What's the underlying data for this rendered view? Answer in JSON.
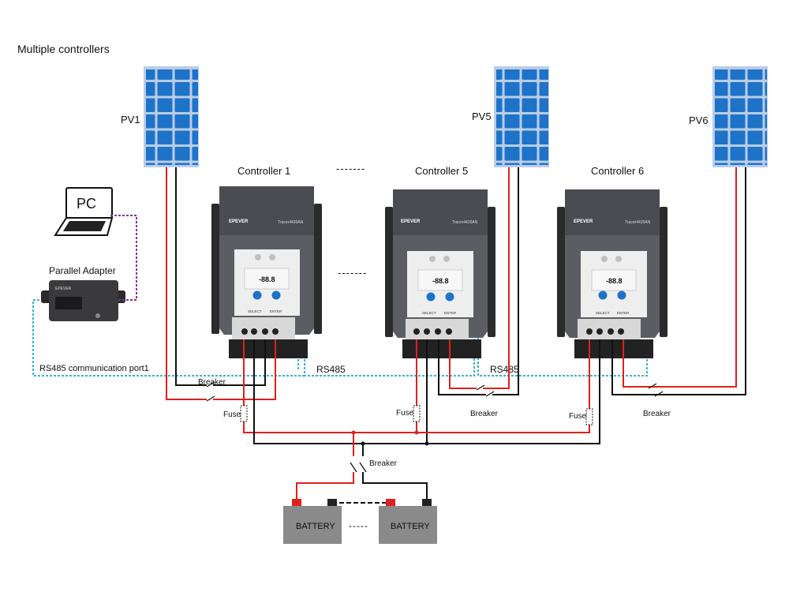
{
  "title": "Multiple controllers",
  "pv_labels": [
    "PV1",
    "PV5",
    "PV6"
  ],
  "controller_labels": [
    "Controller 1",
    "Controller 5",
    "Controller 6"
  ],
  "ellipsis": "-------",
  "pc_label": "PC",
  "adapter_label": "Parallel Adapter",
  "brand_logo": "EPEVER",
  "model_text": "Tracer4420AN",
  "lcd_text": "-88.8",
  "select_label": "SELECT",
  "enter_label": "ENTER",
  "rs485_port_label": "RS485 communication port1",
  "rs485_label": "RS485",
  "breaker_label": "Breaker",
  "fuse_label": "Fuse",
  "battery_label": "BATTERY",
  "battery_ellipsis": "-----",
  "colors": {
    "positive_wire": "#e0201b",
    "negative_wire": "#111111",
    "rs485_wire": "#3ab0d8",
    "pc_link": "#8b2fa0",
    "panel_blue": "#1e73c8",
    "panel_frame": "#b8cde8",
    "controller_body": "#5b5d63",
    "battery_body": "#8a8a8a"
  }
}
